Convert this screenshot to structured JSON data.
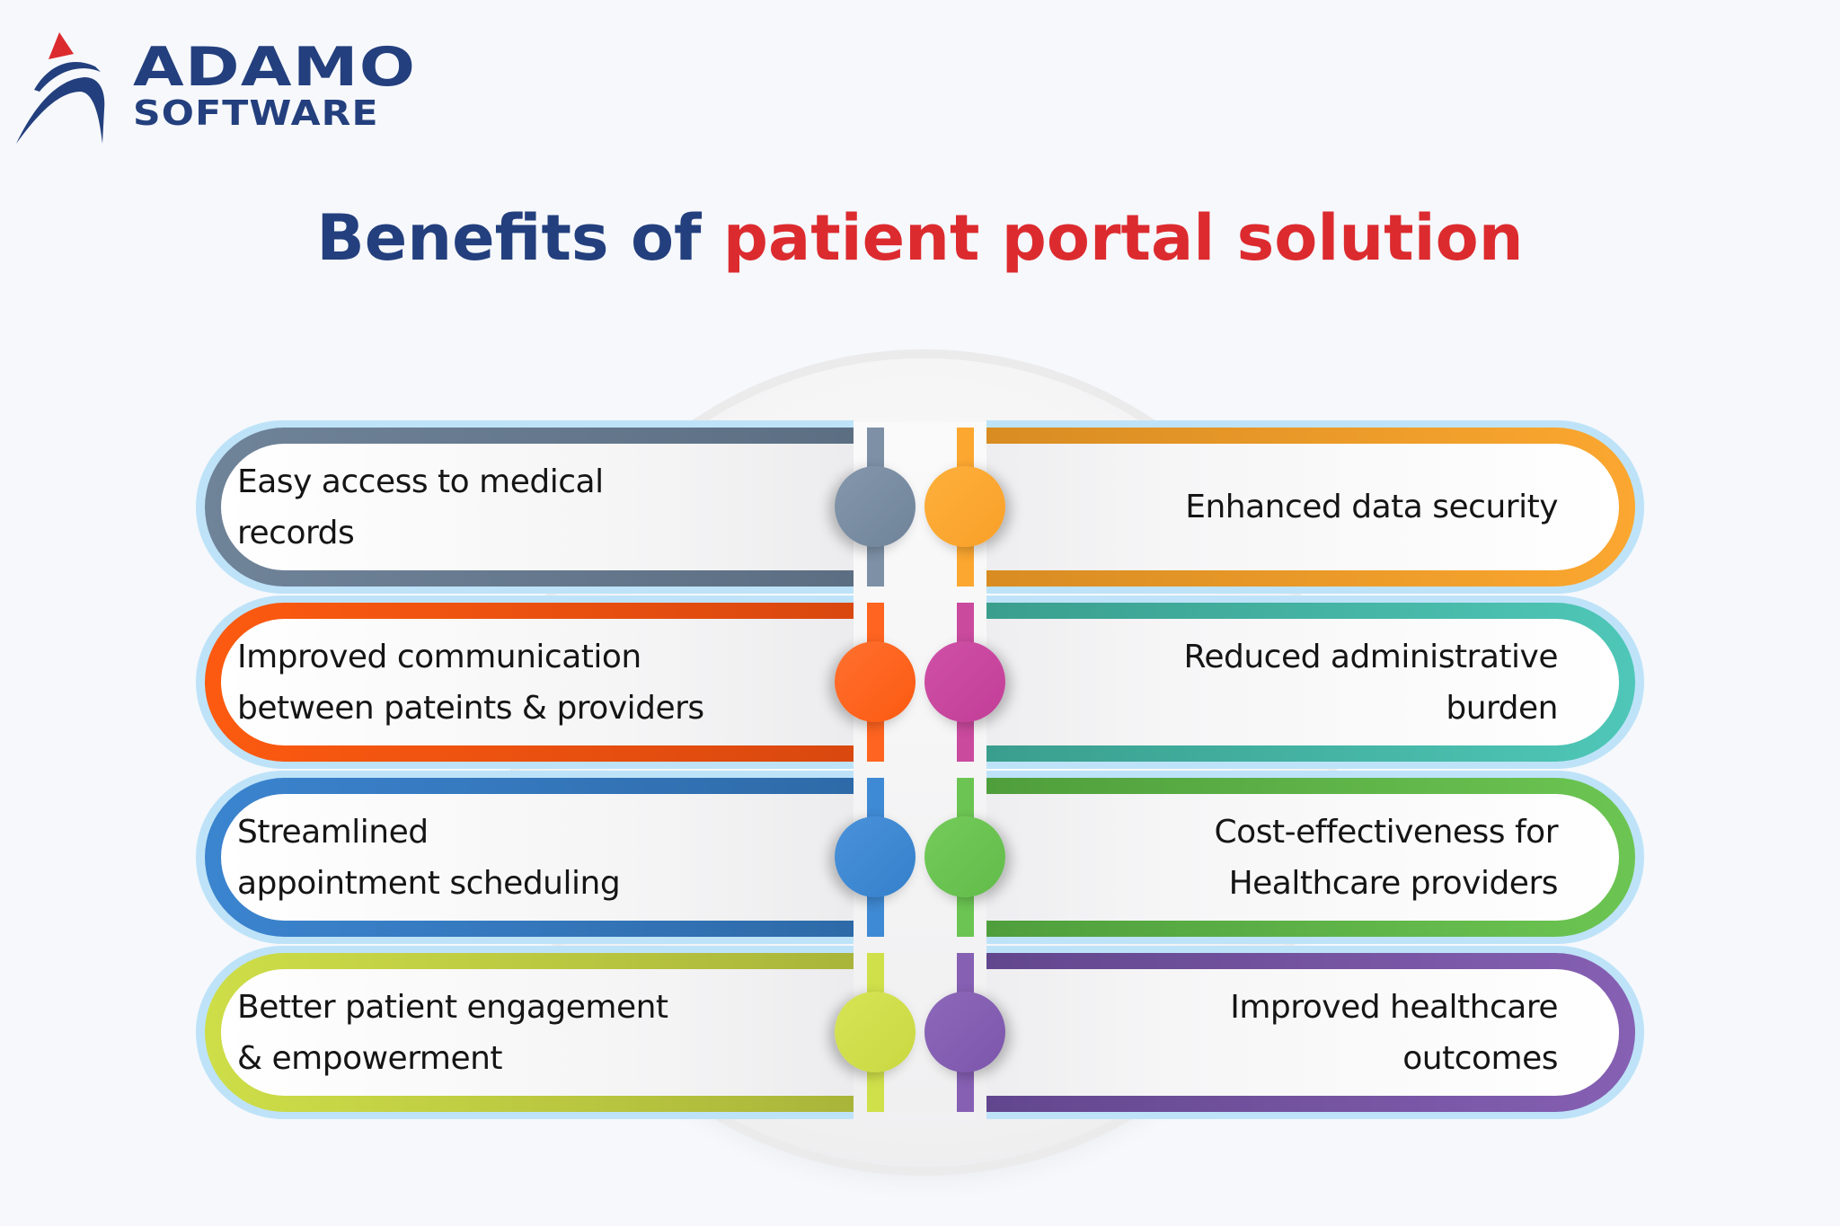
{
  "logo": {
    "line1": "ADAMO",
    "line2": "SOFTWARE",
    "mark_icon": "adamo-logo-mark-icon",
    "colors": {
      "navy": "#233F7D",
      "red": "#DC2B2F"
    }
  },
  "title": {
    "part1": "Benefits of ",
    "part2": "patient portal solution",
    "colors": {
      "part1": "#233F7D",
      "part2": "#DC2B2F"
    }
  },
  "benefits": {
    "left": [
      {
        "label": "Easy access to medical\nrecords",
        "color": "#778BA2",
        "band_from": "#6F8399",
        "band_to": "#5C6E82"
      },
      {
        "label": "Improved communication\nbetween pateints & providers",
        "color": "#FF6420",
        "band_from": "#FC5A10",
        "band_to": "#D9480F"
      },
      {
        "label": "Streamlined\nappointment scheduling",
        "color": "#3F8AD4",
        "band_from": "#3B84CF",
        "band_to": "#2E6AA8"
      },
      {
        "label": "Better patient engagement\n& empowerment",
        "color": "#D0E04A",
        "band_from": "#CEDE48",
        "band_to": "#A9B53A"
      }
    ],
    "right": [
      {
        "label": "Enhanced data security",
        "color": "#FBA730",
        "band_from": "#D88C22",
        "band_to": "#FBA730"
      },
      {
        "label": "Reduced administrative\nburden",
        "color": "#CA4A9E",
        "band_from": "#3A9E8D",
        "band_to": "#4FC7B8"
      },
      {
        "label": "Cost-effectiveness for\nHealthcare providers",
        "color": "#6CC552",
        "band_from": "#4F9E3C",
        "band_to": "#6CC552"
      },
      {
        "label": "Improved healthcare\noutcomes",
        "color": "#8660B3",
        "band_from": "#62468D",
        "band_to": "#8660B3"
      }
    ]
  }
}
